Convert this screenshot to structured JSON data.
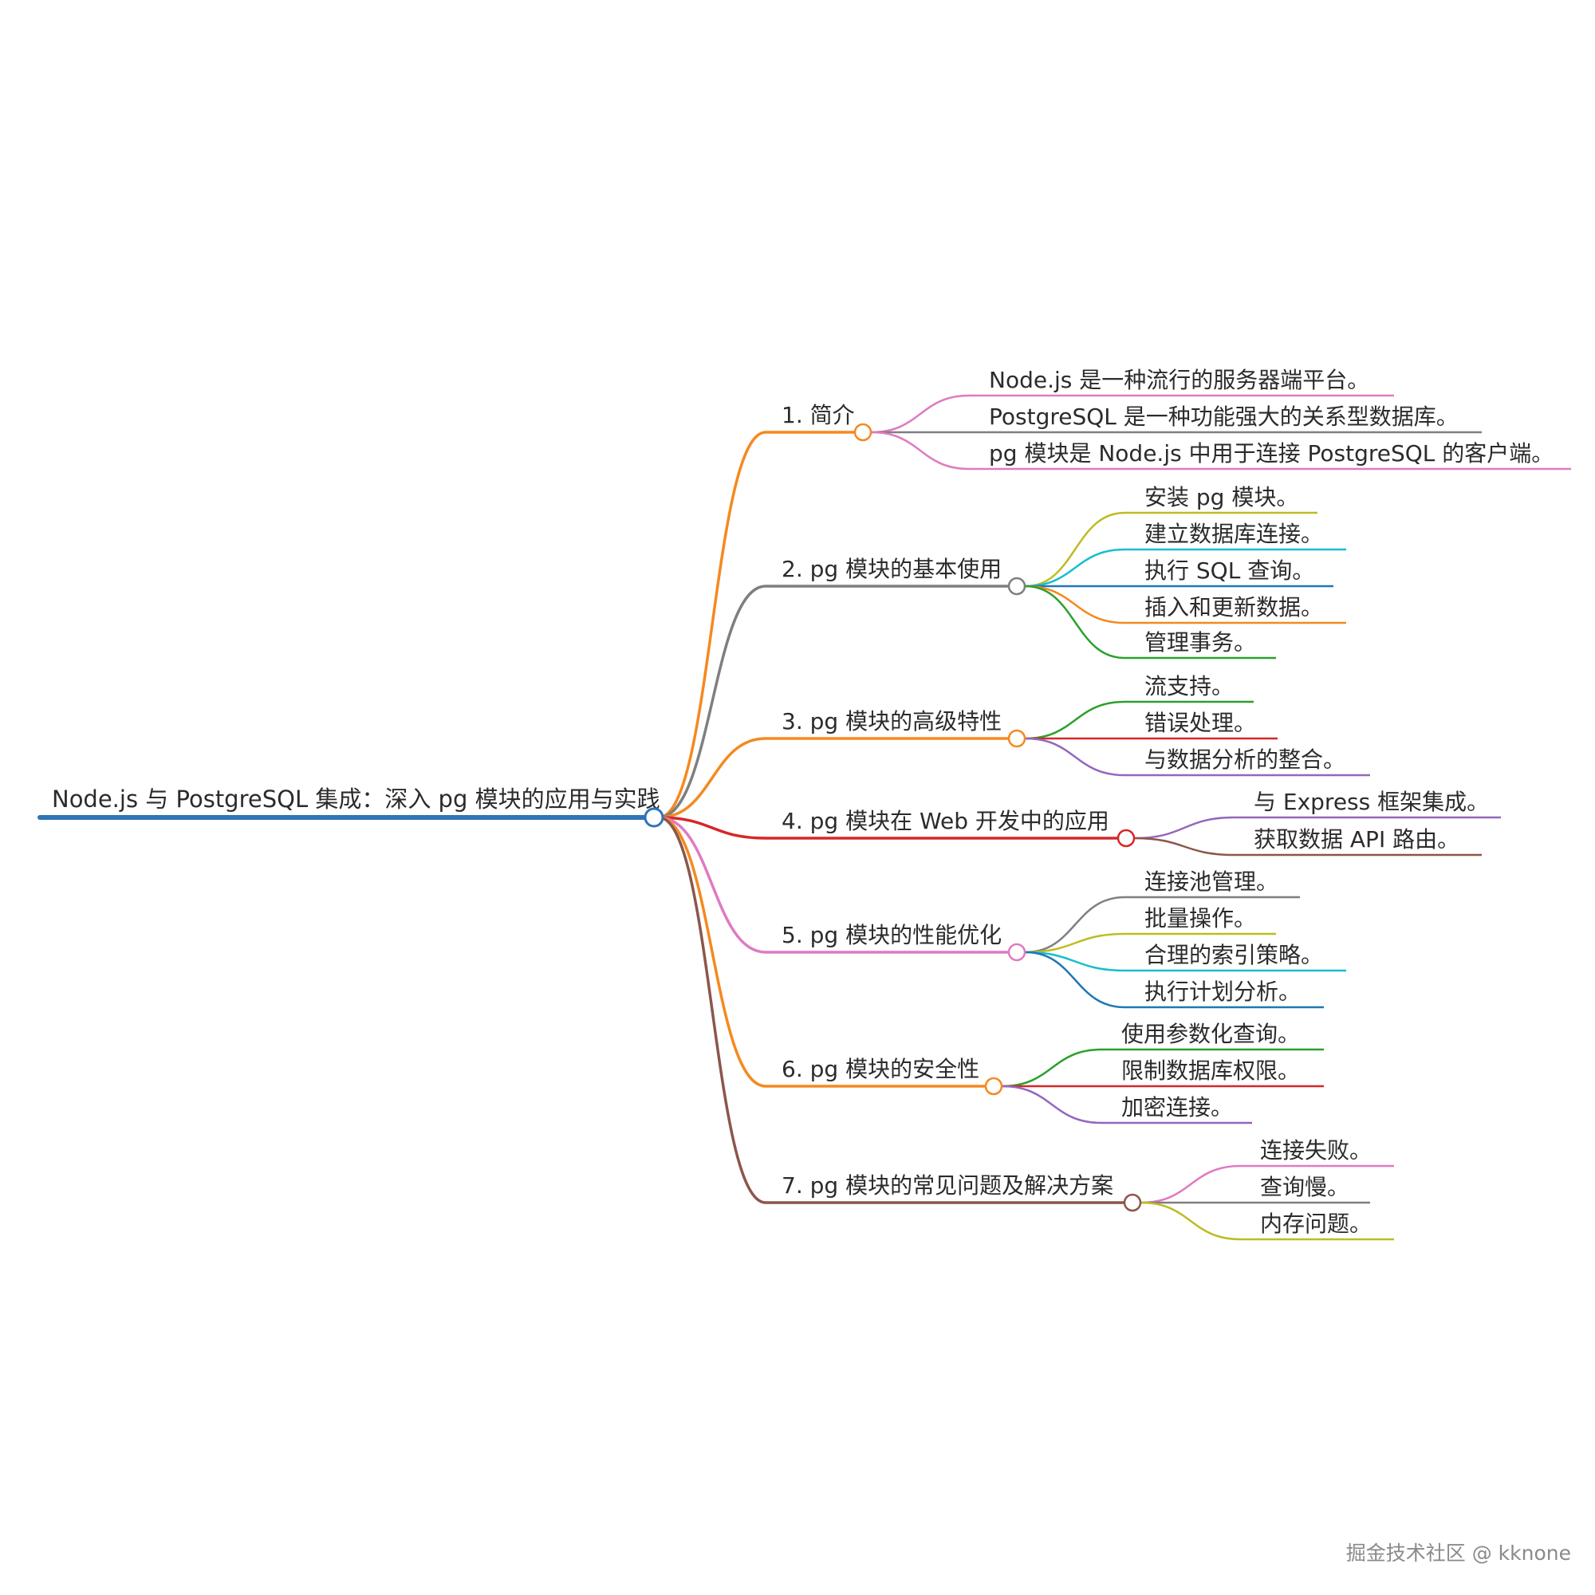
{
  "root": {
    "label": "Node.js 与 PostgreSQL 集成：深入 pg 模块的应用与实践",
    "color": "#2e75b6"
  },
  "branches": [
    {
      "label": "1. 简介",
      "color": "#f5891f",
      "children": [
        {
          "label": "Node.js 是一种流行的服务器端平台。",
          "color": "#e07ac1"
        },
        {
          "label": "PostgreSQL 是一种功能强大的关系型数据库。",
          "color": "#7f7f7f"
        },
        {
          "label": "pg 模块是 Node.js 中用于连接 PostgreSQL 的客户端。",
          "color": "#e07ac1"
        }
      ]
    },
    {
      "label": "2. pg 模块的基本使用",
      "color": "#7f7f7f",
      "children": [
        {
          "label": "安装 pg 模块。",
          "color": "#bcbd22"
        },
        {
          "label": "建立数据库连接。",
          "color": "#17becf"
        },
        {
          "label": "执行 SQL 查询。",
          "color": "#1f77b4"
        },
        {
          "label": "插入和更新数据。",
          "color": "#f5891f"
        },
        {
          "label": "管理事务。",
          "color": "#2ca02c"
        }
      ]
    },
    {
      "label": "3. pg 模块的高级特性",
      "color": "#f5891f",
      "children": [
        {
          "label": "流支持。",
          "color": "#2ca02c"
        },
        {
          "label": "错误处理。",
          "color": "#d62728"
        },
        {
          "label": "与数据分析的整合。",
          "color": "#9467bd"
        }
      ]
    },
    {
      "label": "4. pg 模块在 Web 开发中的应用",
      "color": "#d62728",
      "children": [
        {
          "label": "与 Express 框架集成。",
          "color": "#9467bd"
        },
        {
          "label": "获取数据 API 路由。",
          "color": "#8c564b"
        }
      ]
    },
    {
      "label": "5. pg 模块的性能优化",
      "color": "#e07ac1",
      "children": [
        {
          "label": "连接池管理。",
          "color": "#7f7f7f"
        },
        {
          "label": "批量操作。",
          "color": "#bcbd22"
        },
        {
          "label": "合理的索引策略。",
          "color": "#17becf"
        },
        {
          "label": "执行计划分析。",
          "color": "#1f77b4"
        }
      ]
    },
    {
      "label": "6. pg 模块的安全性",
      "color": "#f5891f",
      "children": [
        {
          "label": "使用参数化查询。",
          "color": "#2ca02c"
        },
        {
          "label": "限制数据库权限。",
          "color": "#d62728"
        },
        {
          "label": "加密连接。",
          "color": "#9467bd"
        }
      ]
    },
    {
      "label": "7. pg 模块的常见问题及解决方案",
      "color": "#8c564b",
      "children": [
        {
          "label": "连接失败。",
          "color": "#e07ac1"
        },
        {
          "label": "查询慢。",
          "color": "#7f7f7f"
        },
        {
          "label": "内存问题。",
          "color": "#bcbd22"
        }
      ]
    }
  ],
  "watermark": "掘金技术社区 @ kknone"
}
